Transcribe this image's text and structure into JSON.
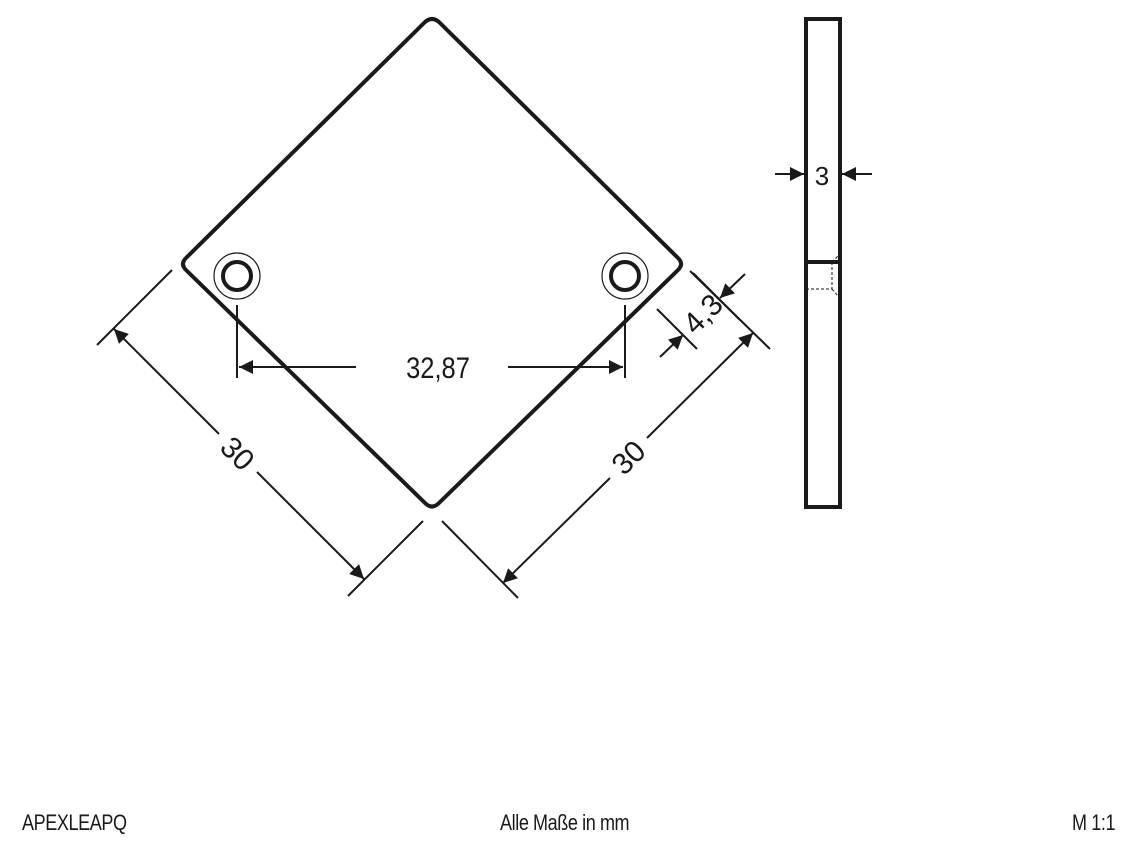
{
  "drawing": {
    "part_code": "APEXLEAPQ",
    "units_note": "Alle Maße in mm",
    "scale": "M 1:1",
    "stroke_color": "#1a1a1a",
    "background_color": "#ffffff"
  },
  "front_view": {
    "shape": "square rotated 45° with rounded corners",
    "holes": [
      {
        "name": "left-hole",
        "type": "countersunk"
      },
      {
        "name": "right-hole",
        "type": "countersunk"
      }
    ],
    "dimensions": {
      "hole_spacing": "32,87",
      "edge_length_left": "30",
      "edge_length_right": "30",
      "hole_edge_offset": "4,3"
    }
  },
  "side_view": {
    "dimensions": {
      "thickness": "3"
    }
  }
}
